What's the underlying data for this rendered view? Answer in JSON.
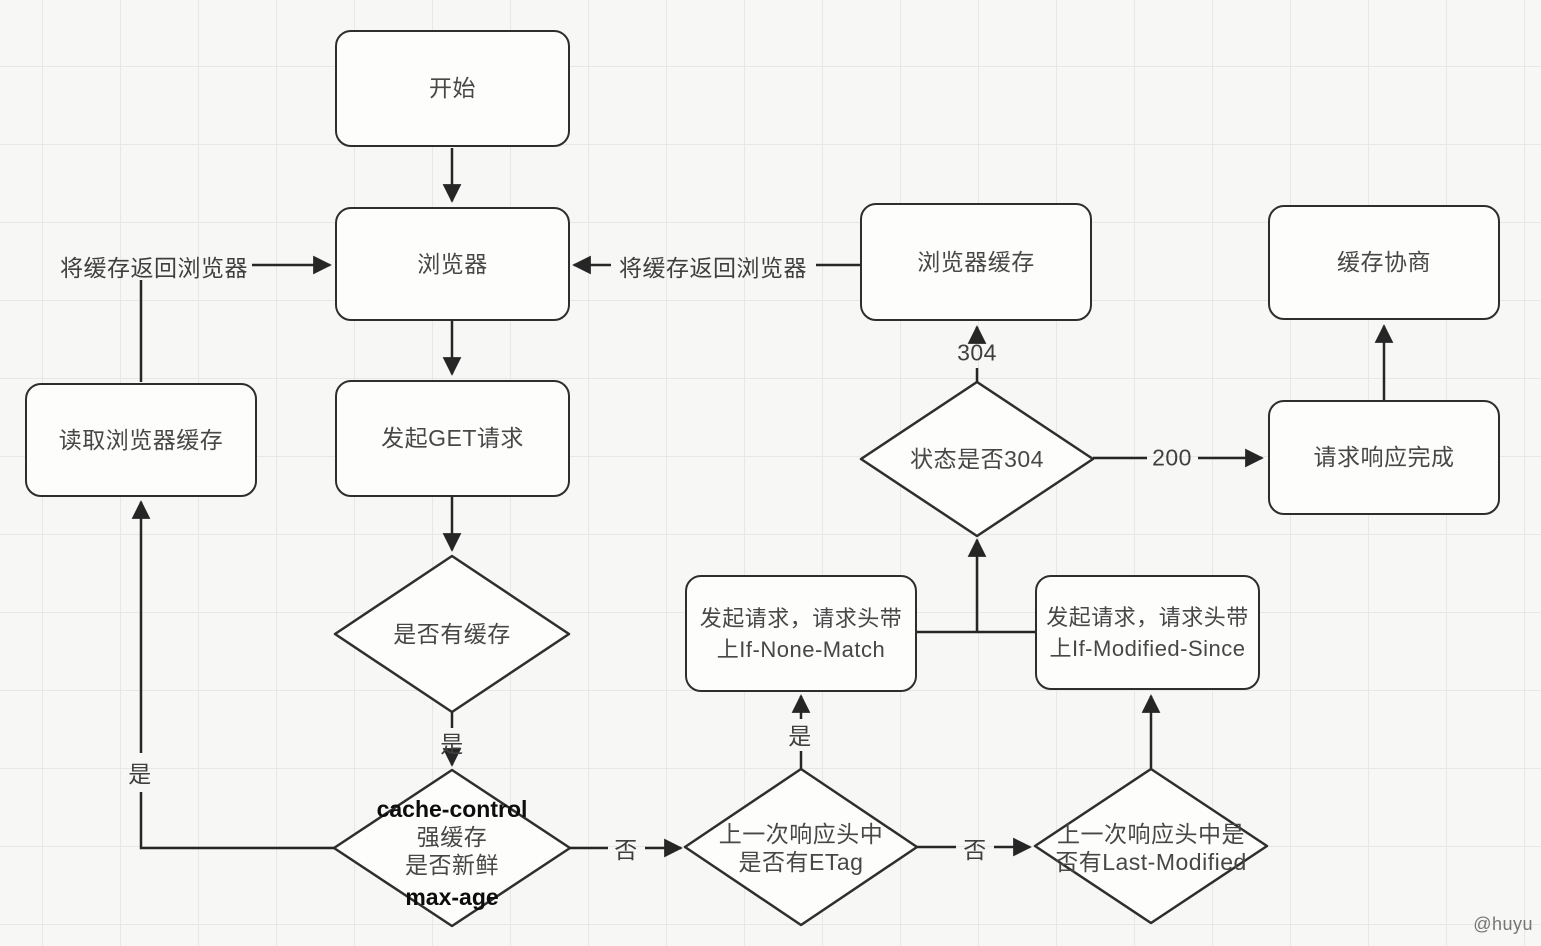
{
  "nodes": {
    "start": {
      "label": "开始"
    },
    "browser": {
      "label": "浏览器"
    },
    "browser_cache": {
      "label": "浏览器缓存"
    },
    "cache_negotiation": {
      "label": "缓存协商"
    },
    "read_browser_cache": {
      "label": "读取浏览器缓存"
    },
    "get_request": {
      "label": "发起GET请求"
    },
    "has_cache": {
      "label": "是否有缓存"
    },
    "strong_cache": {
      "line1": "cache-control",
      "line2": "强缓存",
      "line3": "是否新鲜",
      "line4": "max-age"
    },
    "status_304": {
      "label": "状态是否304"
    },
    "if_none_match": {
      "line1": "发起请求，请求头带",
      "line2": "上If-None-Match"
    },
    "if_modified_since": {
      "line1": "发起请求，请求头带",
      "line2": "上If-Modified-Since"
    },
    "etag": {
      "line1": "上一次响应头中",
      "line2": "是否有ETag"
    },
    "last_modified": {
      "line1": "上一次响应头中是",
      "line2": "否有Last-Modified"
    },
    "response_done": {
      "label": "请求响应完成"
    }
  },
  "edge_labels": {
    "return_cache_left": "将缓存返回浏览器",
    "return_cache_right": "将缓存返回浏览器",
    "yes_left": "是",
    "yes_mid": "是",
    "yes_etag": "是",
    "no_strong": "否",
    "no_etag": "否",
    "status304": "304",
    "status200": "200"
  },
  "watermark": "@huyu",
  "colors": {
    "line": "#262626",
    "node_border": "#2e2e2e",
    "node_fill": "#fdfdfc",
    "background": "#f7f7f5",
    "grid_line": "#e7e7e4",
    "text": "#474747",
    "watermark": "#757575"
  }
}
